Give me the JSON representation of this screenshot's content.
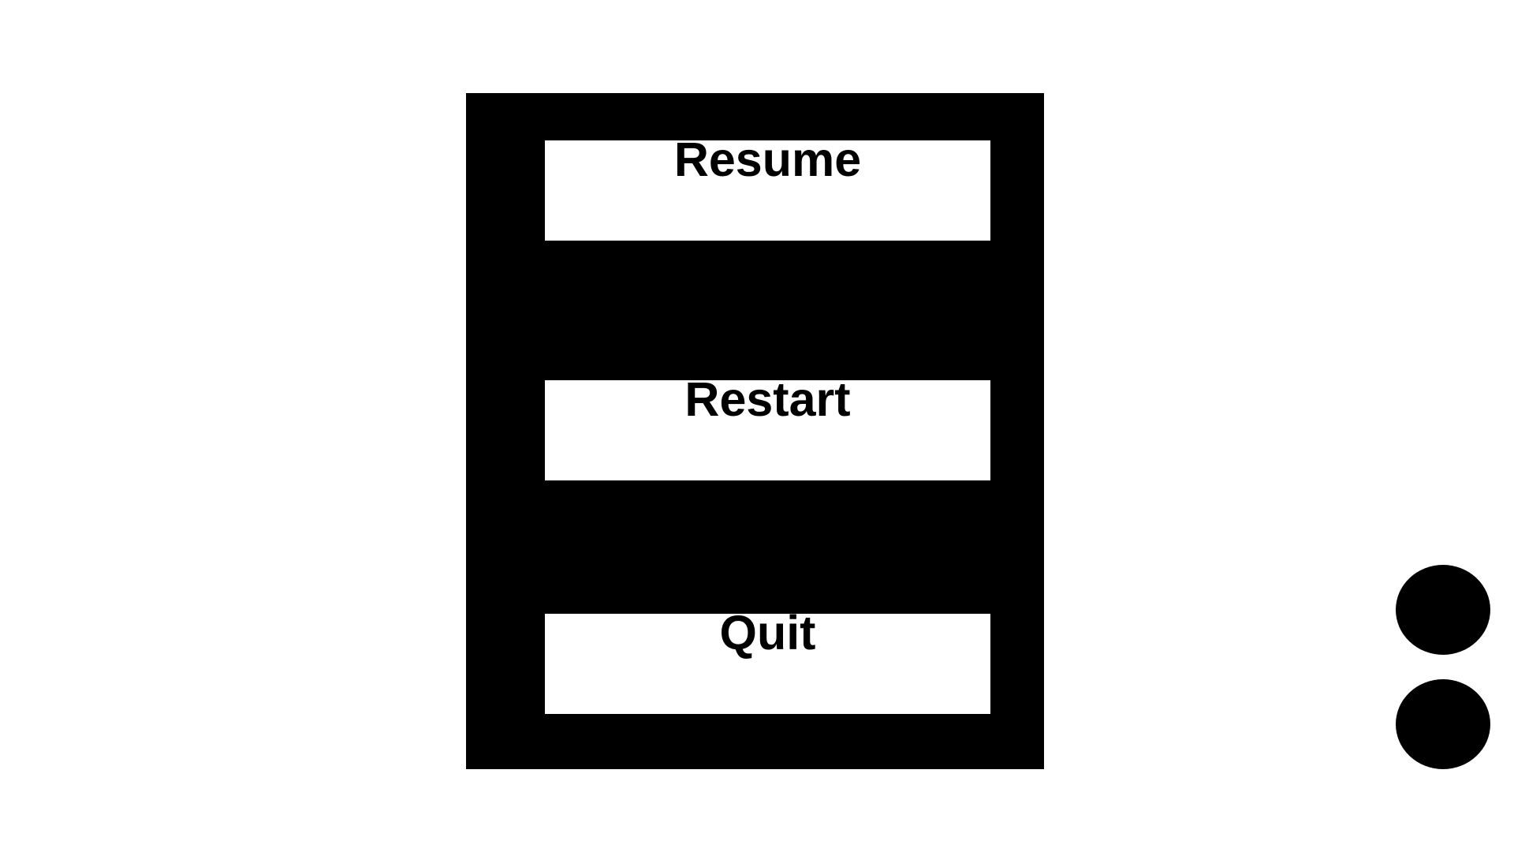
{
  "pause_menu": {
    "buttons": [
      {
        "id": "resume",
        "label": "Resume"
      },
      {
        "id": "restart",
        "label": "Restart"
      },
      {
        "id": "quit",
        "label": "Quit"
      }
    ]
  },
  "side_controls": [
    {
      "id": "upper",
      "icon": "circle-button"
    },
    {
      "id": "lower",
      "icon": "circle-button"
    }
  ],
  "colors": {
    "background": "#ffffff",
    "panel": "#000000",
    "button_fill": "#ffffff",
    "button_text": "#000000",
    "side_control": "#000000"
  }
}
